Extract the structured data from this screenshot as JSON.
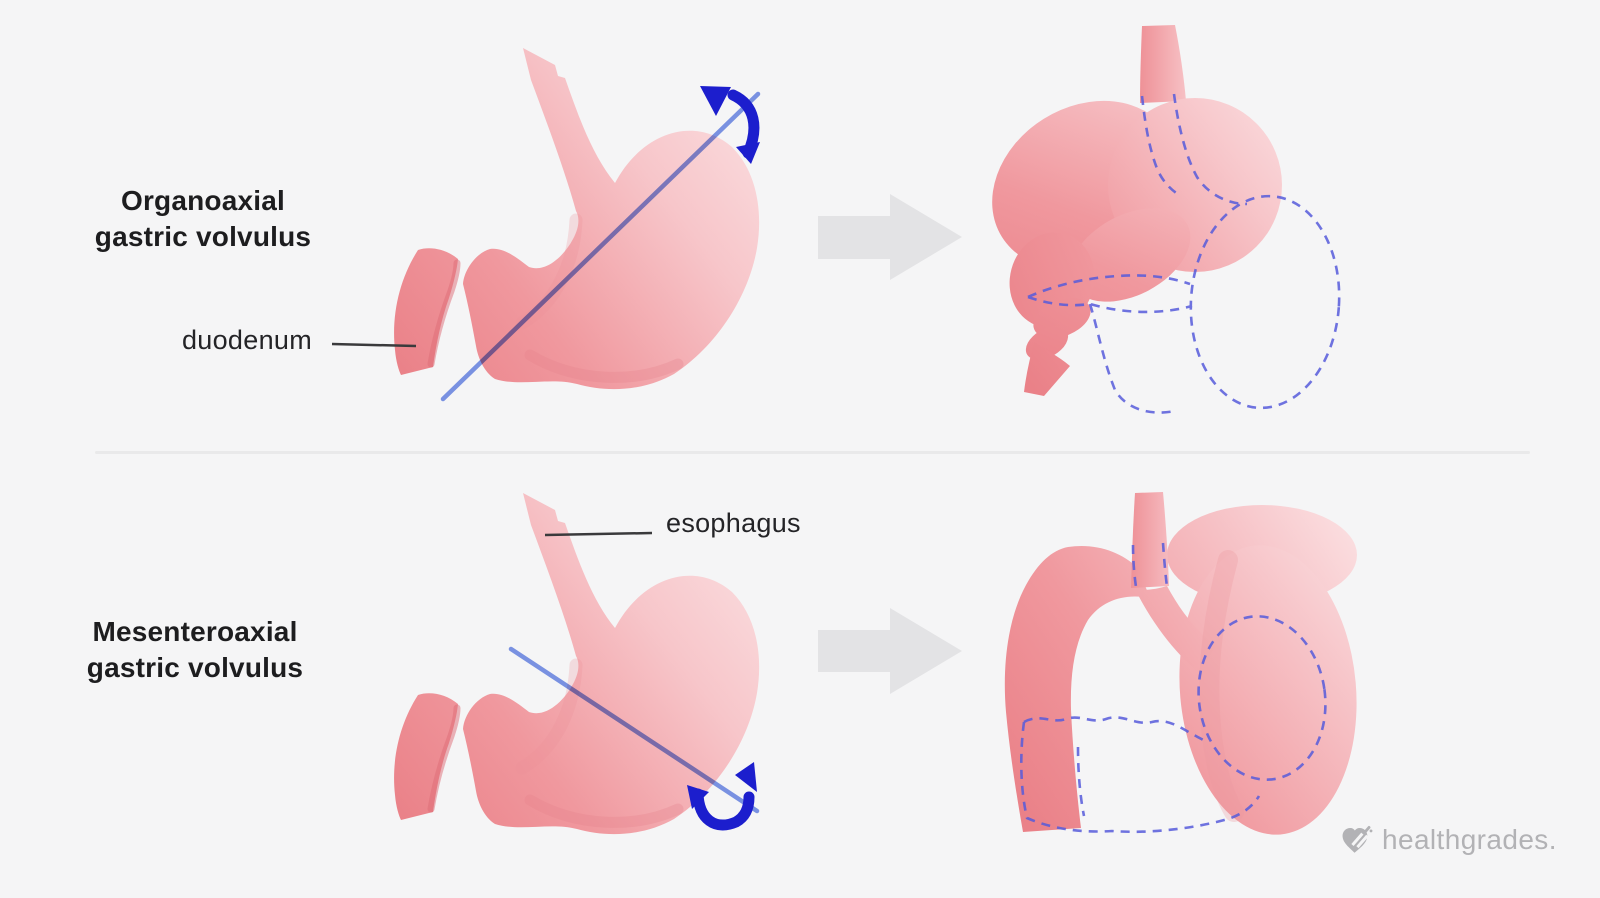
{
  "diagram": {
    "background_color": "#f5f5f6",
    "divider_color": "#e9e9ea",
    "rows": [
      {
        "id": "organoaxial",
        "title_line1": "Organoaxial",
        "title_line2": "gastric volvulus",
        "callout_label": "duodenum",
        "left_figure": "normal-stomach-with-longitudinal-rotation-axis",
        "right_figure": "stomach-rotated-organoaxially-with-dashed-original-outline"
      },
      {
        "id": "mesenteroaxial",
        "title_line1": "Mesenteroaxial",
        "title_line2": "gastric volvulus",
        "callout_label": "esophagus",
        "left_figure": "normal-stomach-with-transverse-rotation-axis",
        "right_figure": "stomach-flipped-mesenteroaxially-with-dashed-original-outline"
      }
    ],
    "colors": {
      "stomach_dark": "#ec868c",
      "stomach_mid": "#f0989e",
      "stomach_light": "#fbdfe1",
      "duodenum_shade": "#dd6b75",
      "axis_line_blue": "#7e97ea",
      "rotation_arrow_blue": "#1c1ecd",
      "dashed_outline_blue": "#575cdb",
      "transform_arrow_gray": "#e3e3e5",
      "text_color": "#1d1d1f",
      "logo_gray": "#b2b2b5"
    },
    "branding": {
      "logo_text": "healthgrades."
    }
  }
}
